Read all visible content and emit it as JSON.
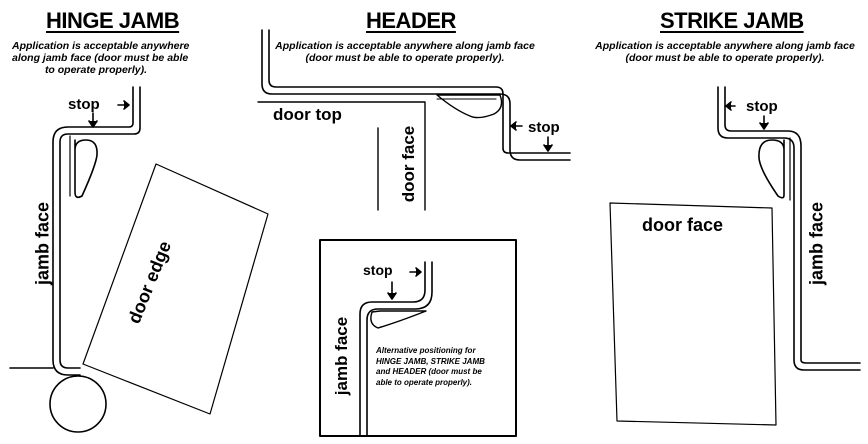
{
  "hinge": {
    "title": "HINGE JAMB",
    "note_line1": "Application is acceptable anywhere",
    "note_line2": "along jamb face (door must be able",
    "note_line3": "to operate properly).",
    "stop_label": "stop",
    "jamb_label": "jamb face",
    "door_label": "door edge"
  },
  "header": {
    "title": "HEADER",
    "note_line1": "Application is acceptable anywhere along jamb face",
    "note_line2": "(door must be able to operate properly).",
    "door_top_label": "door top",
    "door_face_label": "door face",
    "stop_label": "stop"
  },
  "strike": {
    "title": "STRIKE JAMB",
    "note_line1": "Application is acceptable anywhere along jamb face",
    "note_line2": "(door must be able to operate properly).",
    "stop_label": "stop",
    "door_face_label": "door face",
    "jamb_label": "jamb face"
  },
  "alternative": {
    "stop_label": "stop",
    "jamb_label": "jamb face",
    "note_line1": "Alternative positioning for",
    "note_line2": "HINGE JAMB, STRIKE JAMB",
    "note_line3": "and HEADER (door must be",
    "note_line4": "able to operate properly)."
  }
}
